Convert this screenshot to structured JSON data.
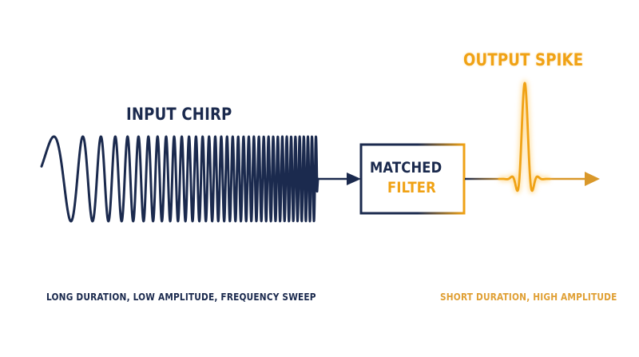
{
  "labels": {
    "input_title": "INPUT CHIRP",
    "output_title": "OUTPUT SPIKE",
    "filter_line1": "MATCHED",
    "filter_line2": "FILTER",
    "input_caption": "LONG DURATION, LOW AMPLITUDE, FREQUENCY SWEEP",
    "output_caption": "SHORT DURATION, HIGH AMPLITUDE"
  },
  "colors": {
    "navy": "#1b2a4e",
    "orange": "#f0a215",
    "orange_caption": "#e0a035"
  },
  "icons": {
    "input_arrow": "arrow-right-icon",
    "output_arrow": "arrow-right-icon"
  }
}
